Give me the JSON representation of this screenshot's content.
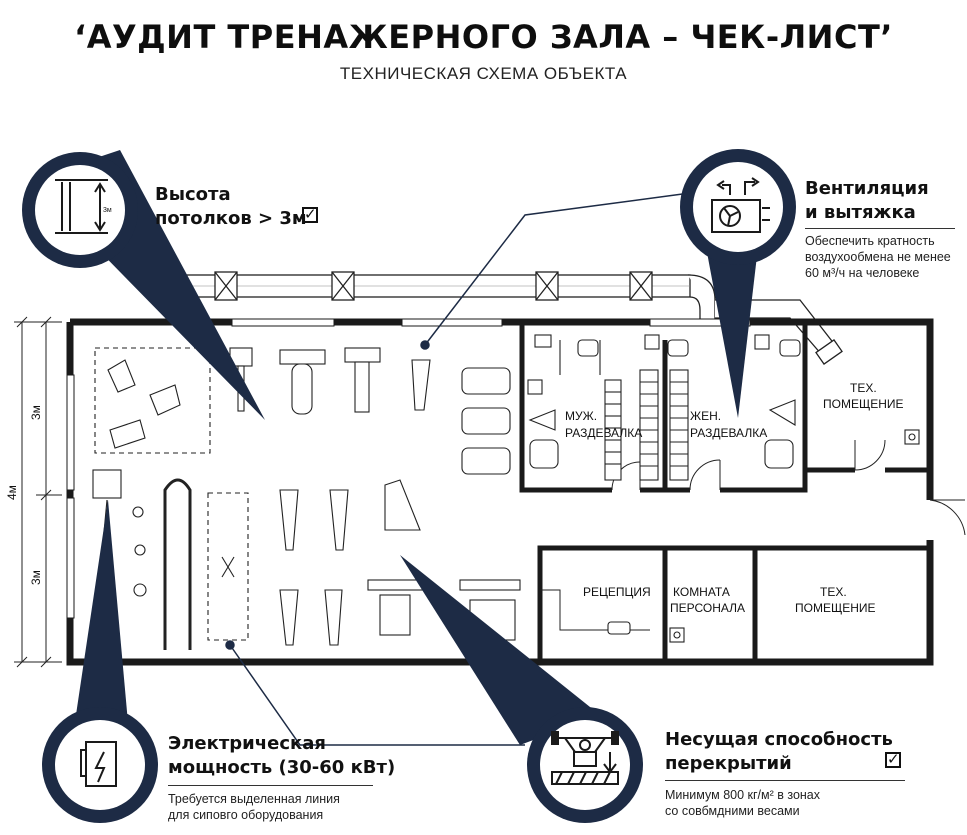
{
  "header": {
    "title": "‘АУДИТ ТРЕНАЖЕРНОГО ЗАЛА – ЧЕК-ЛИСТ’",
    "subtitle": "ТЕХНИЧЕСКАЯ СХЕМА ОБЪЕКТА"
  },
  "callouts": {
    "ceiling": {
      "title_line1": "Высота",
      "title_line2": "потолков > 3м",
      "checked": true,
      "check_mark": "✓"
    },
    "ventilation": {
      "title_line1": "Вентиляция",
      "title_line2": "и вытяжка",
      "text_line1": "Обеспечить кратность",
      "text_line2": "воздухообмена не менее",
      "text_line3": "60 м³/ч на человеке"
    },
    "power": {
      "title_line1": "Электрическая",
      "title_line2": "мощность (30-60 кВт)",
      "text_line1": "Требуется выделенная линия",
      "text_line2": "для сиповго оборудования"
    },
    "load": {
      "title_line1": "Несущая способность",
      "title_line2": "перекрытий",
      "checked": true,
      "check_mark": "✓",
      "text_line1": "Минимум 800 кг/м² в зонах",
      "text_line2": "со совбмдними весами"
    }
  },
  "rooms": {
    "mens_line1": "МУЖ.",
    "mens_line2": "РАЗДЕВАЛКА",
    "womens_line1": "ЖЕН.",
    "womens_line2": "РАЗДЕВАЛКА",
    "tech1_line1": "ТЕХ.",
    "tech1_line2": "ПОМЕЩЕНИЕ",
    "reception": "РЕЦЕПЦИЯ",
    "staff_line1": "КОМНАТА",
    "staff_line2": "ПЕРСОНАЛА",
    "tech2_line1": "ТЕХ.",
    "tech2_line2": "ПОМЕЩЕНИЕ"
  },
  "dimensions": {
    "total": "4м",
    "upper": "3м",
    "lower": "3м",
    "ceiling_icon_mark": "3м"
  },
  "colors": {
    "navy": "#1d2b45",
    "wall": "#1a1a1a",
    "ink": "#111111"
  }
}
